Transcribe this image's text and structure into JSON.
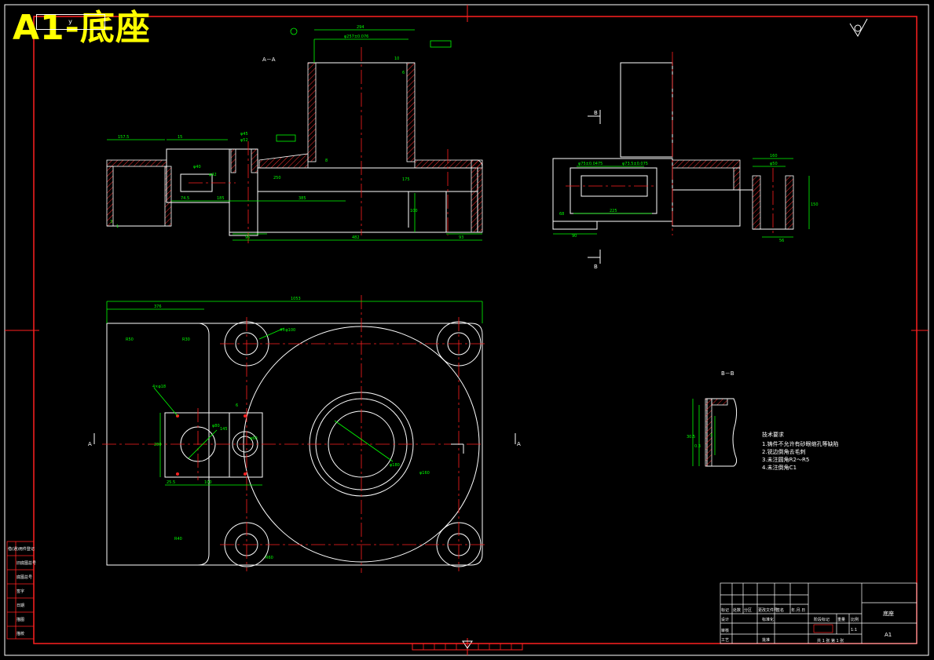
{
  "drawing": {
    "title": "A1-底座",
    "sheet_size": "A1",
    "part_name": "底座",
    "scale": "1:1",
    "stamp": "y",
    "sheet_info": "共 1 张  第 1 张"
  },
  "views": {
    "section_aa": "A－A",
    "section_bb": "B－B",
    "label_a": "A",
    "label_b": "B"
  },
  "dimensions": {
    "top": [
      "294",
      "φ257±0.076",
      "157.5",
      "15",
      "φ45",
      "φ52",
      "φ40",
      "φ42",
      "74.5",
      "185",
      "385",
      "482",
      "96",
      "93",
      "10",
      "6",
      "8",
      "100",
      "175",
      "250",
      "3",
      "1"
    ],
    "side": [
      "φ75±0.0475",
      "φ73.5±0.075",
      "225",
      "68",
      "90",
      "150",
      "φ50",
      "56",
      "160"
    ],
    "plan": [
      "1053",
      "376",
      "R50",
      "R30",
      "4×φ100",
      "4×φ18",
      "φ80",
      "φ60",
      "6",
      "φ160",
      "φ180",
      "R40",
      "R60",
      "25.5",
      "100",
      "280",
      "145"
    ],
    "bb": [
      "30.5",
      "0.3",
      "3"
    ]
  },
  "tech_notes": {
    "heading": "技术要求",
    "items": [
      "1.铸件不允许有砂眼缩孔等缺陷",
      "2.锐边倒角去毛刺",
      "3.未注圆角R2～R5",
      "4.未注倒角C1"
    ]
  },
  "title_block": {
    "headers": [
      "标记",
      "处数",
      "分区",
      "更改文件号",
      "签名",
      "年.月.日"
    ],
    "rows": [
      "设计",
      "审核",
      "工艺"
    ],
    "std": "标准化",
    "approve": "批准",
    "stage": "阶段标记",
    "weight": "重量",
    "scale_label": "比例"
  },
  "left_strip": [
    "借(通)用件登记",
    "旧底图总号",
    "底图总号",
    "签字",
    "日期",
    "描图",
    "描校"
  ],
  "colors": {
    "border": "#ff2020",
    "outline": "#ffffff",
    "dimension": "#00ff00",
    "centerline": "#ff2020",
    "title": "#ffff00"
  }
}
